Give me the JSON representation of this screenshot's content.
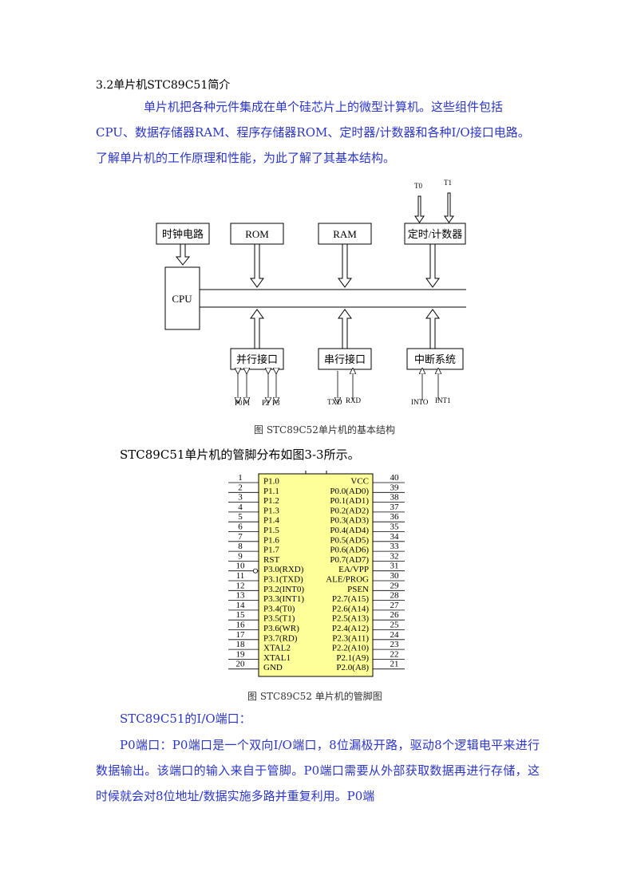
{
  "section": {
    "heading": "3.2单片机STC89C51简介"
  },
  "intro": {
    "text": "单片机把各种元件集成在单个硅芯片上的微型计算机。这些组件包括CPU、数据存储器RAM、程序存储器ROM、定时器/计数器和各种I/O接口电路。了解单片机的工作原理和性能，为此了解了其基本结构。"
  },
  "block_diagram": {
    "boxes": {
      "clock": "时钟电路",
      "rom": "ROM",
      "ram": "RAM",
      "timer": "定时/计数器",
      "cpu": "CPU",
      "parallel": "并行接口",
      "serial": "串行接口",
      "interrupt": "中断系统"
    },
    "signals": {
      "t0": "T0",
      "t1": "T1",
      "p0": "P0",
      "p1": "P1",
      "p2": "P2",
      "p3": "P3",
      "txd": "TXD",
      "rxd": "RXD",
      "int0": "INTO",
      "int1": "INT1"
    },
    "caption": "图 STC89C52单片机的基本结构"
  },
  "pin_sentence": "STC89C51单片机的管脚分布如图3-3所示。",
  "pinout": {
    "chip_color": "#ffff99",
    "left": [
      {
        "num": "1",
        "label": "P1.0"
      },
      {
        "num": "2",
        "label": "P1.1"
      },
      {
        "num": "3",
        "label": "P1.2"
      },
      {
        "num": "4",
        "label": "P1.3"
      },
      {
        "num": "5",
        "label": "P1.4"
      },
      {
        "num": "6",
        "label": "P1.5"
      },
      {
        "num": "7",
        "label": "P1.6"
      },
      {
        "num": "8",
        "label": "P1.7"
      },
      {
        "num": "9",
        "label": "RST"
      },
      {
        "num": "10",
        "label": "P3.0(RXD)"
      },
      {
        "num": "11",
        "label": "P3.1(TXD)"
      },
      {
        "num": "12",
        "label": "P3.2(INT0)"
      },
      {
        "num": "13",
        "label": "P3.3(INT1)"
      },
      {
        "num": "14",
        "label": "P3.4(T0)"
      },
      {
        "num": "15",
        "label": "P3.5(T1)"
      },
      {
        "num": "16",
        "label": "P3.6(WR)"
      },
      {
        "num": "17",
        "label": "P3.7(RD)"
      },
      {
        "num": "18",
        "label": "XTAL2"
      },
      {
        "num": "19",
        "label": "XTAL1"
      },
      {
        "num": "20",
        "label": "GND"
      }
    ],
    "right": [
      {
        "num": "40",
        "label": "VCC"
      },
      {
        "num": "39",
        "label": "P0.0(AD0)"
      },
      {
        "num": "38",
        "label": "P0.1(AD1)"
      },
      {
        "num": "37",
        "label": "P0.2(AD2)"
      },
      {
        "num": "36",
        "label": "P0.3(AD3)"
      },
      {
        "num": "35",
        "label": "P0.4(AD4)"
      },
      {
        "num": "34",
        "label": "P0.5(AD5)"
      },
      {
        "num": "33",
        "label": "P0.6(AD6)"
      },
      {
        "num": "32",
        "label": "P0.7(AD7)"
      },
      {
        "num": "31",
        "label": "EA/VPP"
      },
      {
        "num": "30",
        "label": "ALE/PROG"
      },
      {
        "num": "29",
        "label": "PSEN"
      },
      {
        "num": "28",
        "label": "P2.7(A15)"
      },
      {
        "num": "27",
        "label": "P2.6(A14)"
      },
      {
        "num": "26",
        "label": "P2.5(A13)"
      },
      {
        "num": "25",
        "label": "P2.4(A12)"
      },
      {
        "num": "24",
        "label": "P2.3(A11)"
      },
      {
        "num": "23",
        "label": "P2.2(A10)"
      },
      {
        "num": "22",
        "label": "P2.1(A9)"
      },
      {
        "num": "21",
        "label": "P2.0(A8)"
      }
    ],
    "caption": "图 STC89C52 单片机的管脚图"
  },
  "io_heading": "STC89C51的I/O端口：",
  "p0_paragraph": "P0端口：P0端口是一个双向I/O端口，8位漏极开路，驱动8个逻辑电平来进行数据输出。该端口的输入来自于管脚。P0端口需要从外部获取数据再进行存储，这时候就会对8位地址/数据实施多路并重复利用。P0端"
}
